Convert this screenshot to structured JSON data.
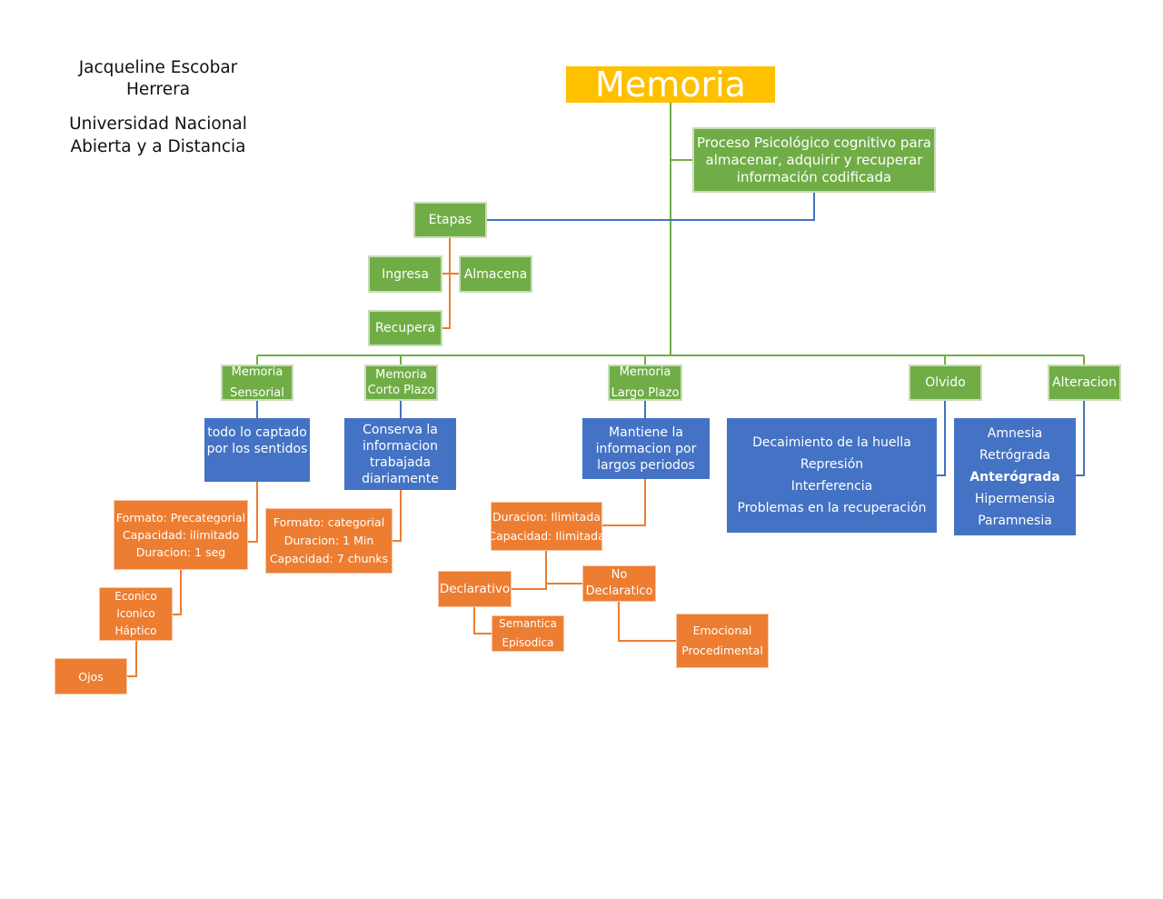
{
  "author": {
    "name": [
      "Jacqueline Escobar",
      "Herrera"
    ],
    "university": [
      "Universidad Nacional",
      "Abierta y a Distancia"
    ]
  },
  "nodes": {
    "title": [
      "Memoria"
    ],
    "definition": [
      "Proceso Psicológico cognitivo para",
      "almacenar, adquirir y recuperar",
      "información codificada"
    ],
    "etapas": [
      "Etapas"
    ],
    "ingresa": [
      "Ingresa"
    ],
    "almacena": [
      "Almacena"
    ],
    "recupera": [
      "Recupera"
    ],
    "sensorial": [
      "Memoria",
      "Sensorial"
    ],
    "corto_plazo": [
      "Memoria",
      "Corto Plazo"
    ],
    "largo_plazo": [
      "Memoria",
      "Largo Plazo"
    ],
    "olvido": [
      "Olvido"
    ],
    "alteracion": [
      "Alteracion"
    ],
    "sensorial_desc": [
      "todo lo captado",
      "por los sentidos"
    ],
    "corto_desc": [
      "Conserva la",
      "informacion",
      "trabajada",
      "diariamente"
    ],
    "largo_desc": [
      "Mantiene la",
      "informacion  por",
      "largos periodos"
    ],
    "olvido_desc": [
      "Decaimiento de la huella",
      "Represión",
      "Interferencia",
      "Problemas en la recuperación"
    ],
    "alteracion_desc": [
      "Amnesia",
      "Retrógrada",
      "Anterógrada",
      "Hipermensia",
      "Paramnesia"
    ],
    "sensorial_props": [
      "Formato: Precategorial",
      "Capacidad: ilimitado",
      "Duracion: 1 seg"
    ],
    "sensorial_types": [
      "Econico",
      "Iconico",
      "Háptico"
    ],
    "ojos": [
      "Ojos"
    ],
    "corto_props": [
      "Formato: categorial",
      "Duracion: 1 Min",
      "Capacidad: 7 chunks"
    ],
    "largo_props": [
      "Duracion: Ilimitada",
      "Capacidad: Ilimitada"
    ],
    "declarativo": [
      "Declarativo"
    ],
    "no_declarativo": [
      "No",
      "Declaratico"
    ],
    "declarativo_types": [
      "Semantica",
      "Episodica"
    ],
    "no_declarativo_types": [
      "Emocional",
      "Procedimental"
    ]
  },
  "colors": {
    "green": "#70ad47",
    "blue": "#4472c4",
    "orange": "#ed7d31",
    "yellow": "#ffc000"
  }
}
